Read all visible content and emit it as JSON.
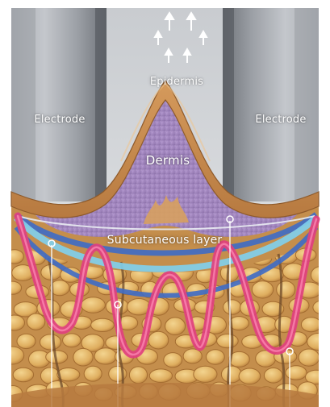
{
  "labels": {
    "electrode_left": "Electrode",
    "electrode_right": "Electrode",
    "epidermis": "Epidermis",
    "dermis": "Dermis",
    "subcutaneous": "Subcutaneous layer"
  },
  "colors": {
    "electrode": "#8c9097",
    "electrode_dark": "#5f6368",
    "background": "#d7d9dc",
    "epidermis": "#c68b4d",
    "dermis": "#a58ac2",
    "fat": "#e0b265",
    "fat_outline": "#b27b39",
    "rf_wave": "#e0407f",
    "current_light_blue": "#7fd0ee",
    "current_dark_blue": "#3e6cc6",
    "pointer_lines": "#ffffff"
  },
  "icons": [
    "upward-arrow-icon",
    "pointer-marker-icon"
  ]
}
